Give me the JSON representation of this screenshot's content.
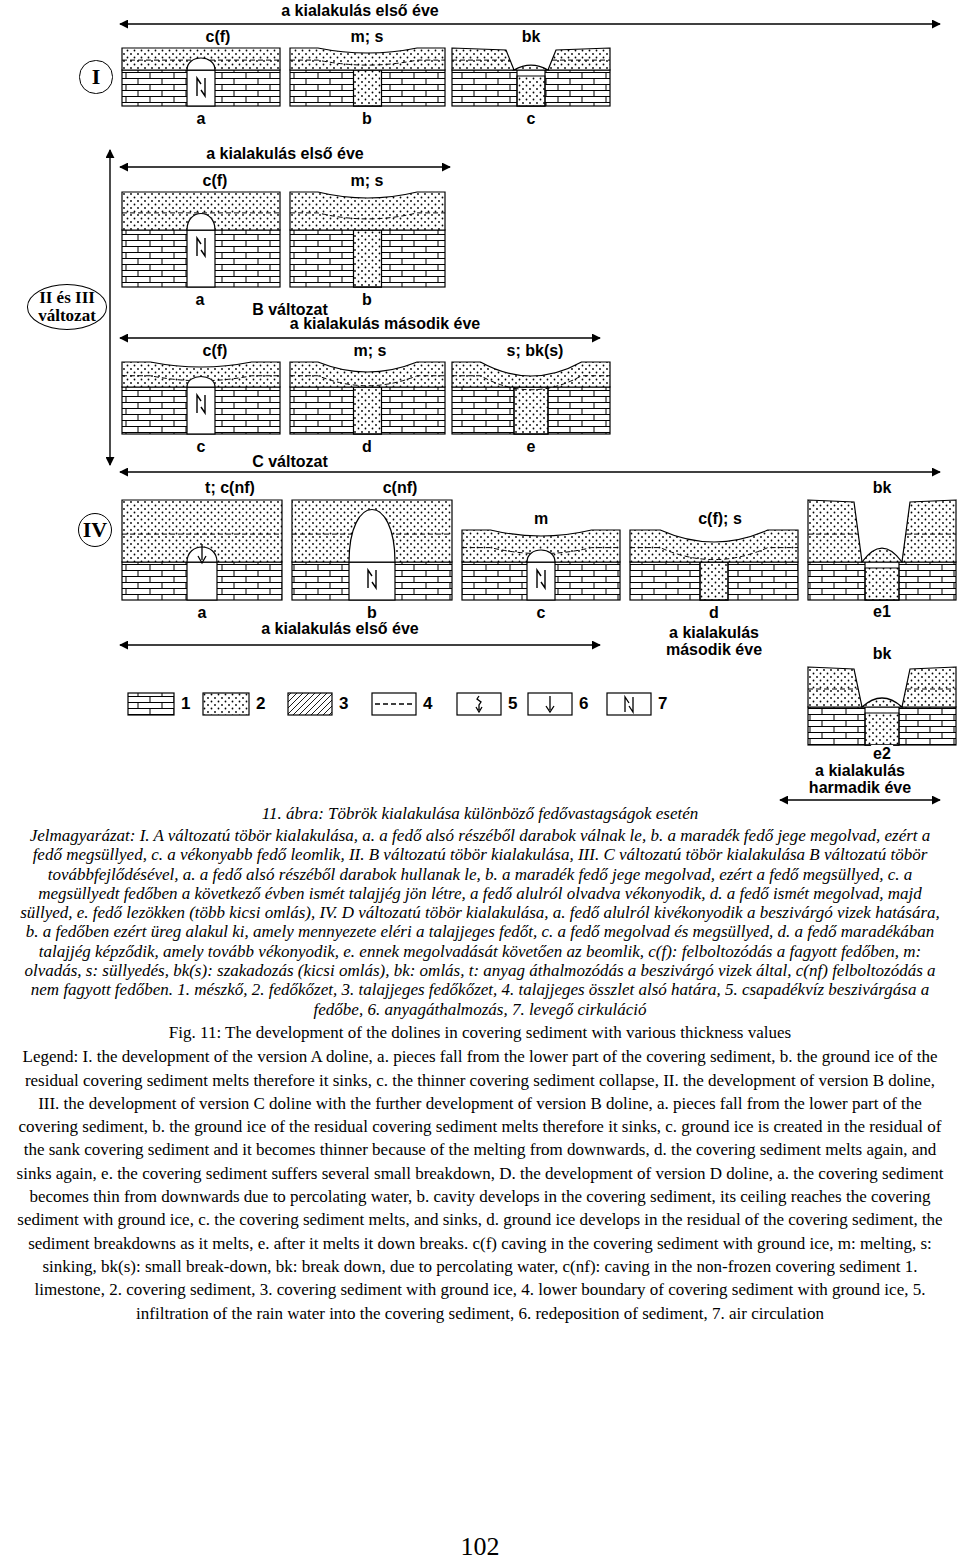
{
  "diagram": {
    "caption": "11. ábra: Töbrök kialakulása különböző fedővastagságok esetén",
    "nodes": [
      {
        "text": [
          "I"
        ]
      },
      {
        "text": [
          "II és III változat"
        ]
      },
      {
        "text": [
          "IV"
        ]
      }
    ],
    "labels": [
      "a kialakulás első éve",
      "c(f)",
      "m; s",
      "bk",
      "a",
      "b",
      "c",
      "a kialakulás első éve",
      "c(f)",
      "m; s",
      "a",
      "B változat",
      "b",
      "a kialakulás második éve",
      "c(f)",
      "m; s",
      "s; bk(s)",
      "c",
      "d",
      "e",
      "C változat",
      "t; c(nf)",
      "c(nf)",
      "m",
      "c(f); s",
      "bk",
      "a",
      "b",
      "c",
      "d",
      "e1",
      "a kialakulás első éve",
      "a kialakulás második éve",
      "bk",
      "e2",
      "a kialakulás harmadik éve",
      "Jelmagyarázat: I. A változatú töbör kialakulása, a. a fedő alsó részéből darabok válnak le, b. a maradék fedő jege megolvad, ezért a fedő megsüllyed, c. a vékonyabb fedő leomlik, II. B változatú töbör kialakulása, III. C változatú töbör kialakulása B változatú töbör továbbfejlődésével, a. a fedő alsó részéből darabok hullanak le, b. a maradék fedő jege megolvad, ezért a fedő megsüllyed, c. a megsüllyedt fedőben a következő évben ismét talajjég jön létre, a fedő alulról olvadva vékonyodik, d. a fedő ismét megolvad, majd süllyed, e. fedő lezökken (több kicsi omlás), IV. D változatú töbör kialakulása, a. fedő alulról kivékonyodik a beszivárgó vizek hatására, b. a fedőben ezért üreg alakul ki, amely mennyezete eléri a talajjeges fedőt, c. a fedő megolvad és megsüllyed, d. a fedő maradékában talajjég képződik, amely tovább vékonyodik, e. ennek megolvadását követően az beomlik, c(f): felboltozódás a fagyott fedőben, m: olvadás, s: süllyedés, bk(s): szakadozás (kicsi omlás), bk: omlás, t: anyag áthalmozódás a beszivárgó vizek által, c(nf) felboltozódás a nem fagyott fedőben. 1. mészkő, 2. fedőkőzet, 3. talajjeges fedőkőzet, 4. talajjeges összlet alsó határa, 5. csapadékvíz beszivárgása a fedőbe, 6. anyagáthalmozás, 7. levegő cirkuláció",
      "Fig. 11: The development of the dolines in covering sediment with various thickness values",
      "Legend: I. the development of the version A doline, a. pieces fall from the lower part of the covering sediment, b. the ground ice of the residual covering sediment melts therefore it sinks, c. the thinner covering sediment collapse, II. the development of version B doline, III. the development of version C doline with the further development of version B doline, a. pieces fall from the lower part of the covering sediment, b. the ground ice of the residual covering sediment melts therefore it sinks, c. ground ice is created in the residual of the sank covering sediment and it becomes thinner because of the melting from downwards, d. the covering sediment melts again, and sinks again, e. the covering sediment suffers several small breakdown, D. the development of version D doline, a. the covering sediment becomes thin from downwards due to percolating water, b. cavity develops in the covering sediment, its ceiling reaches the covering sediment with ground ice, c. the covering sediment melts, and sinks, d. ground ice develops in the residual of the covering sediment, the sediment breakdowns as it melts, e. after it melts it down breaks. c(f) caving in the covering sediment with ground ice, m: melting, s: sinking, bk(s): small break-down, bk: break down, due to percolating water, c(nf): caving in the non-frozen covering sediment 1. limestone, 2. covering sediment, 3. covering sediment with ground ice, 4. lower boundary of covering sediment with ground ice, 5. infiltration of the rain water into the covering sediment, 6. redeposition of sediment, 7. air circulation",
      "102"
    ],
    "legend": [
      {
        "text": "1"
      },
      {
        "text": "2"
      },
      {
        "text": "3"
      },
      {
        "text": "4"
      },
      {
        "text": "5"
      },
      {
        "text": "6"
      },
      {
        "text": "7"
      }
    ]
  }
}
